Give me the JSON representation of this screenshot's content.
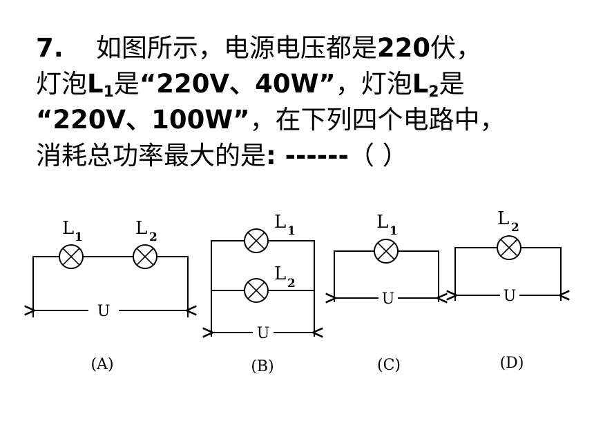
{
  "question": {
    "number": "7",
    "number_dot": ".",
    "line1": "如图所示，电源电压都是",
    "voltage": "220",
    "unit_fu": "伏，",
    "lamp_intro": "灯泡",
    "l1_letter": "L",
    "l1_sub": "1",
    "is1": "是",
    "spec1": "“220V、40W”",
    "sep": "，灯泡",
    "l2_letter": "L",
    "l2_sub": "2",
    "is2": "是",
    "spec2": "“220V、100W”",
    "line3_rest": "，在下列四个电路中，",
    "line4": "消耗总功率最大的是",
    "line4_colon": ": ------",
    "answer_paren": "（    ）"
  },
  "circuits": {
    "a": {
      "label": "(A)",
      "lamp1": "L",
      "lamp1_sub": "1",
      "lamp2": "L",
      "lamp2_sub": "2",
      "voltage_label": "U"
    },
    "b": {
      "label": "(B)",
      "lamp1": "L",
      "lamp1_sub": "1",
      "lamp2": "L",
      "lamp2_sub": "2",
      "voltage_label": "U"
    },
    "c": {
      "label": "(C)",
      "lamp1": "L",
      "lamp1_sub": "1",
      "voltage_label": "U"
    },
    "d": {
      "label": "(D)",
      "lamp2": "L",
      "lamp2_sub": "2",
      "voltage_label": "U"
    }
  }
}
